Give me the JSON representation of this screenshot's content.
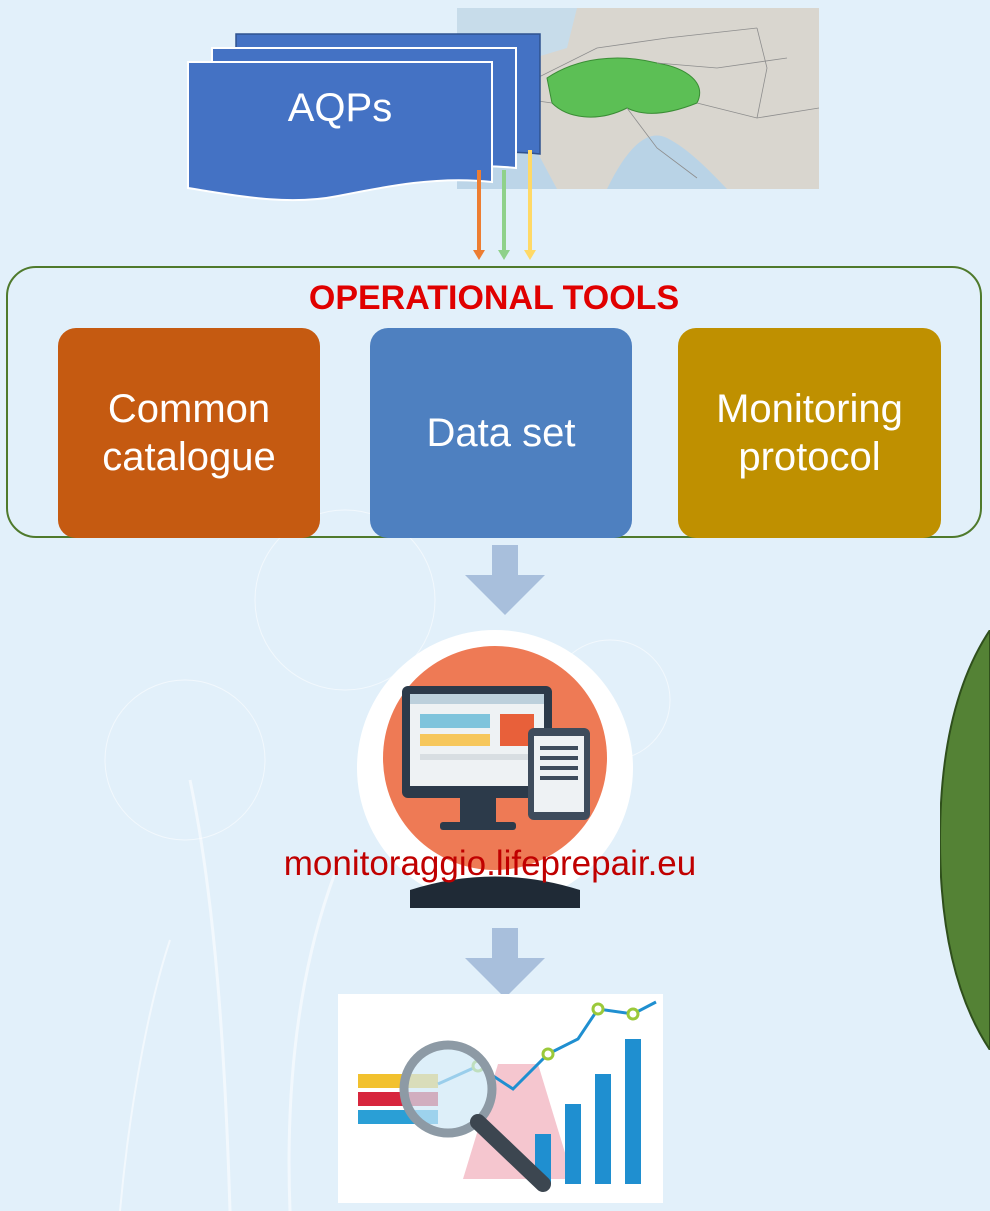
{
  "documents": {
    "label": "AQPs"
  },
  "operational_tools": {
    "title": "OPERATIONAL TOOLS",
    "items": [
      {
        "label": "Common catalogue",
        "color": "#c55a11"
      },
      {
        "label": "Data set",
        "color": "#4e80c0"
      },
      {
        "label": "Monitoring protocol",
        "color": "#bf9000"
      }
    ]
  },
  "platform": {
    "url": "monitoraggio.lifeprepair.eu"
  },
  "colors": {
    "background": "#e2f0fa",
    "frame_border": "#4f7a2c",
    "title_red": "#e00000",
    "url_red": "#c00000",
    "docs_blue": "#4472c4",
    "arrow_orange": "#ed7d31",
    "arrow_green": "#8fd18a",
    "arrow_yellow": "#ffd966",
    "flow_arrow": "#a8bfdc",
    "green_shape": "#548235"
  }
}
